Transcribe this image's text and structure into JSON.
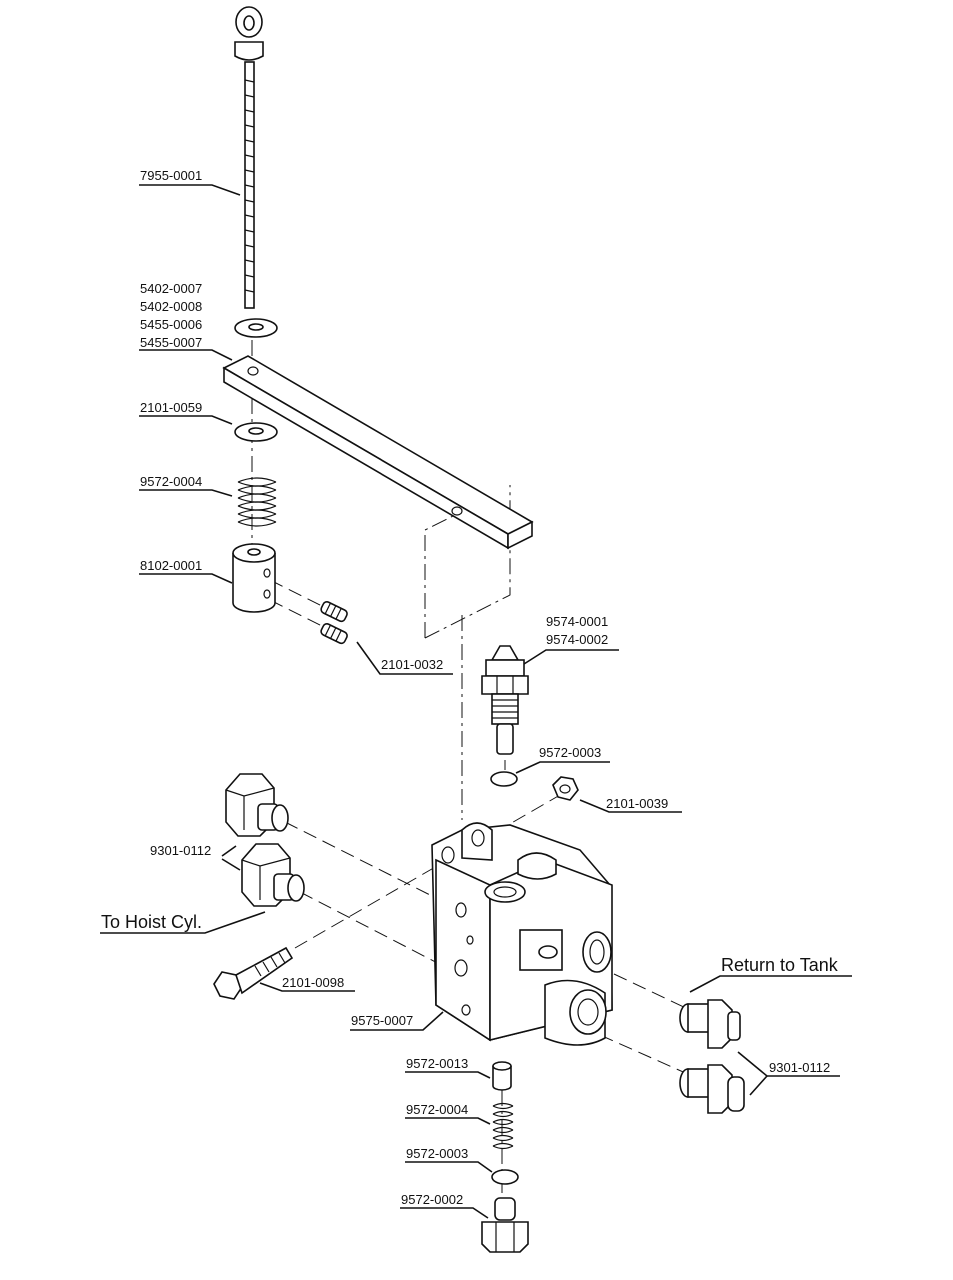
{
  "colors": {
    "line": "#111111",
    "background": "#ffffff"
  },
  "callouts": {
    "rod": "7955-0001",
    "washer_a": "5402-0007",
    "washer_b": "5402-0008",
    "washer_c": "5455-0006",
    "washer_d": "5455-0007",
    "washer_lower": "2101-0059",
    "spring_upper": "9572-0004",
    "collar": "8102-0001",
    "set_screws": "2101-0032",
    "plunger_a": "9574-0001",
    "plunger_b": "9574-0002",
    "oring_upper": "9572-0003",
    "nut": "2101-0039",
    "fitting_left": "9301-0112",
    "bolt": "2101-0098",
    "valve_body": "9575-0007",
    "fitting_right": "9301-0112",
    "pin": "9572-0013",
    "spring_lower": "9572-0004",
    "oring_lower": "9572-0003",
    "plug": "9572-0002"
  },
  "annotations": {
    "hoist": "To Hoist Cyl.",
    "tank": "Return to Tank"
  }
}
